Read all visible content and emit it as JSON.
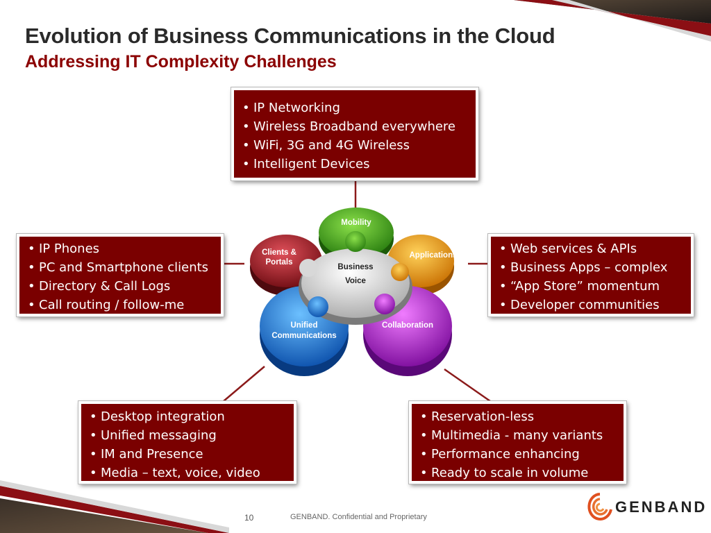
{
  "slide": {
    "title": "Evolution of Business Communications in the Cloud",
    "subtitle": "Addressing IT Complexity Challenges",
    "page_number": "10",
    "footer_text": "GENBAND. Confidential and Proprietary",
    "brand": "GENBAND"
  },
  "center": {
    "line1": "Business",
    "line2": "Voice"
  },
  "petals": {
    "mobility": "Mobility",
    "applications": "Applications",
    "clients_line1": "Clients &",
    "clients_line2": "Portals",
    "unified_line1": "Unified",
    "unified_line2": "Communications",
    "collaboration": "Collaboration"
  },
  "boxes": {
    "top": [
      "IP Networking",
      "Wireless Broadband everywhere",
      "WiFi, 3G and 4G Wireless",
      "Intelligent Devices"
    ],
    "left": [
      "IP Phones",
      "PC and Smartphone clients",
      "Directory & Call Logs",
      "Call routing / follow-me"
    ],
    "right": [
      "Web services & APIs",
      "Business Apps – complex",
      "“App Store” momentum",
      "Developer communities"
    ],
    "bottom_left": [
      "Desktop integration",
      "Unified messaging",
      "IM and Presence",
      "Media – text, voice, video"
    ],
    "bottom_right": [
      "Reservation-less",
      "Multimedia - many variants",
      "Performance enhancing",
      "Ready to scale in volume"
    ]
  },
  "colors": {
    "box_fill": "#7a0000",
    "subtitle": "#8b0000",
    "mobility": "#3fa81c",
    "applications": "#f0a000",
    "clients": "#b01822",
    "unified": "#1e7fe0",
    "collaboration": "#c020e0",
    "center": "#d8d8d8"
  }
}
